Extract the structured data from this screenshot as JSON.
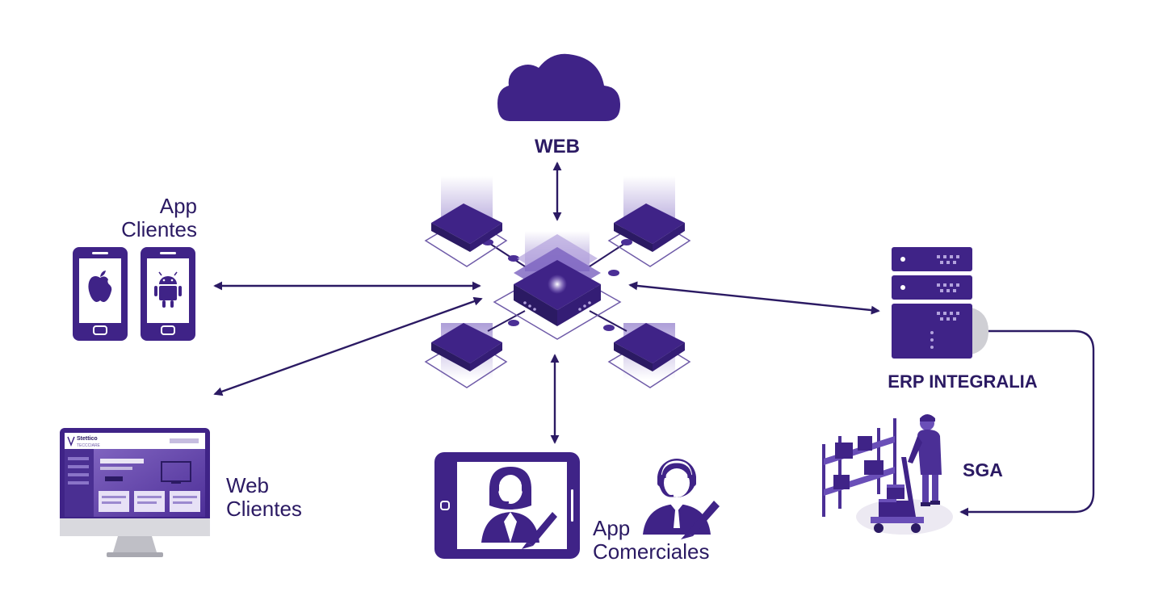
{
  "colors": {
    "primary": "#3f2387",
    "dark": "#2b1a63",
    "light": "#b3a3dd",
    "pale": "#e7e1f6",
    "white": "#ffffff"
  },
  "icons": {
    "cloud": "cloud-icon",
    "hub": "central-hub-icon",
    "phone_ios": "apple-phone-icon",
    "phone_android": "android-phone-icon",
    "monitor": "web-monitor-icon",
    "tablet": "tablet-icon",
    "agent": "headset-agent-icon",
    "server": "server-icon",
    "warehouse": "warehouse-icon"
  },
  "nodes": {
    "web": {
      "label": "WEB"
    },
    "app_clientes": {
      "label_line1": "App",
      "label_line2": "Clientes"
    },
    "web_clientes": {
      "label_line1": "Web",
      "label_line2": "Clientes",
      "screen_brand_line1": "Stettico",
      "screen_brand_line2": "TECCCIARE"
    },
    "app_comerciales": {
      "label_line1": "App",
      "label_line2": "Comerciales"
    },
    "erp": {
      "label": "ERP INTEGRALIA"
    },
    "sga": {
      "label": "SGA"
    }
  }
}
